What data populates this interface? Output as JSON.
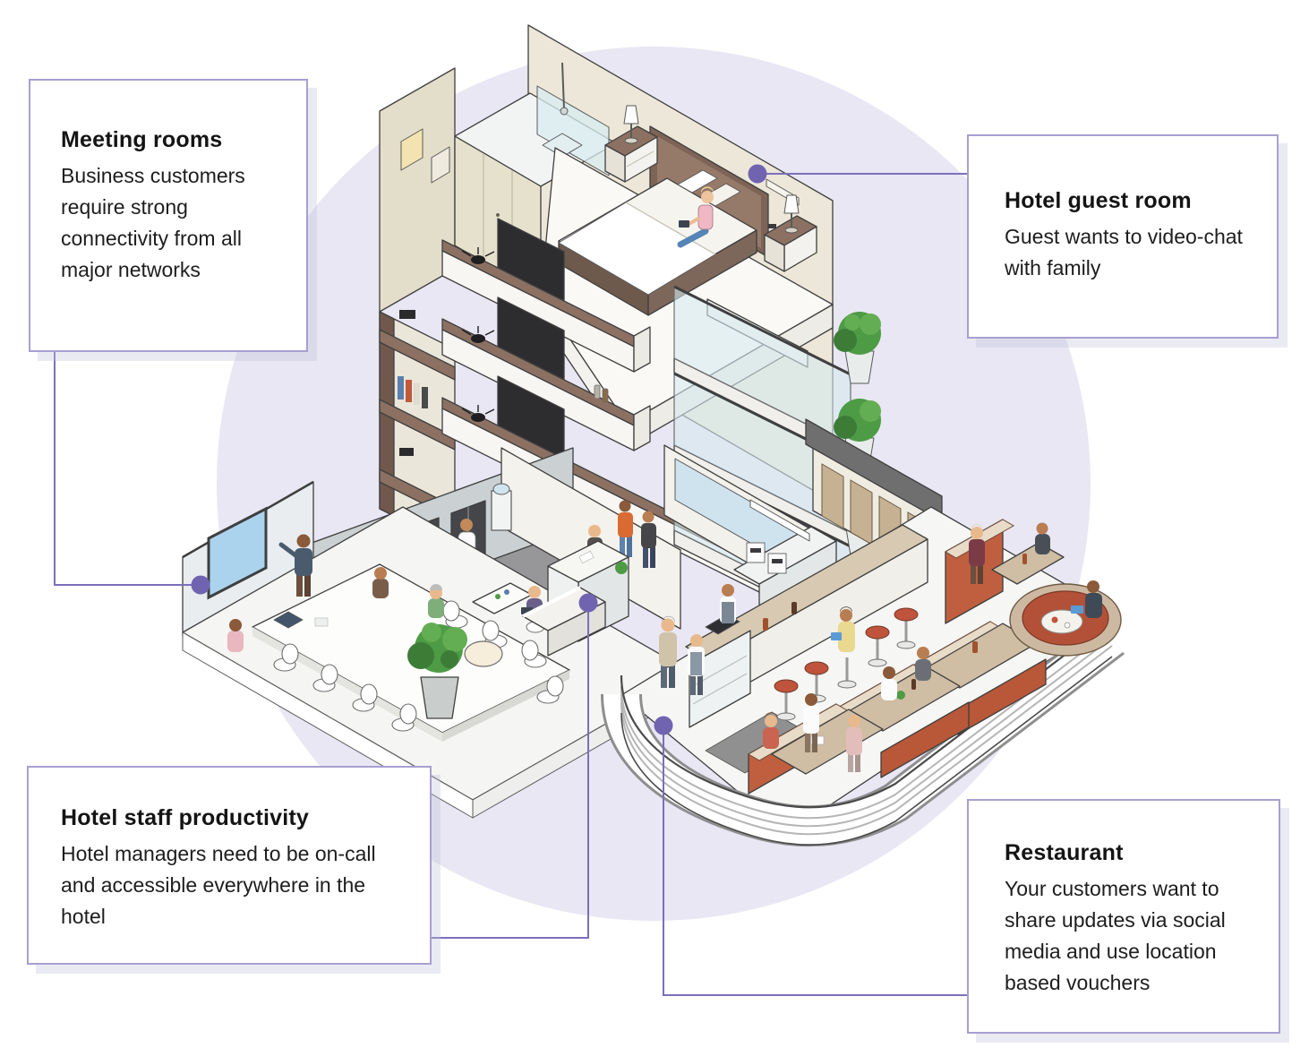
{
  "palette": {
    "accent_purple": "#7064b0",
    "connector_purple": "#7b6fbb",
    "box_border": "#a89fd2",
    "background_circle": "#e9e7f3",
    "wall_cream": "#ece7d8",
    "wood_brown": "#8c7163",
    "booth_orange": "#c05f3f",
    "stool_red": "#c0533b",
    "glass_blue": "#d8ecf0",
    "plant_green": "#4e9b45",
    "screen_blue": "#abd3ee"
  },
  "callouts": [
    {
      "id": "meeting-rooms",
      "title": "Meeting rooms",
      "body": "Business customers require strong connectivity from all major networks"
    },
    {
      "id": "hotel-guest-room",
      "title": "Hotel guest room",
      "body": "Guest wants to video-chat with family"
    },
    {
      "id": "hotel-staff-productivity",
      "title": "Hotel staff productivity",
      "body": "Hotel managers need to be on-call and accessible everywhere in the hotel"
    },
    {
      "id": "restaurant",
      "title": "Restaurant",
      "body": "Your customers want to share updates via social media and use location based vouchers"
    }
  ],
  "illustration": {
    "scene": "isometric-hotel-cutaway",
    "areas": [
      "hotel-guest-room",
      "bathroom",
      "corridor-floors",
      "balconies",
      "meeting-room",
      "elevator-lobby",
      "reception",
      "restaurant",
      "bar"
    ]
  }
}
